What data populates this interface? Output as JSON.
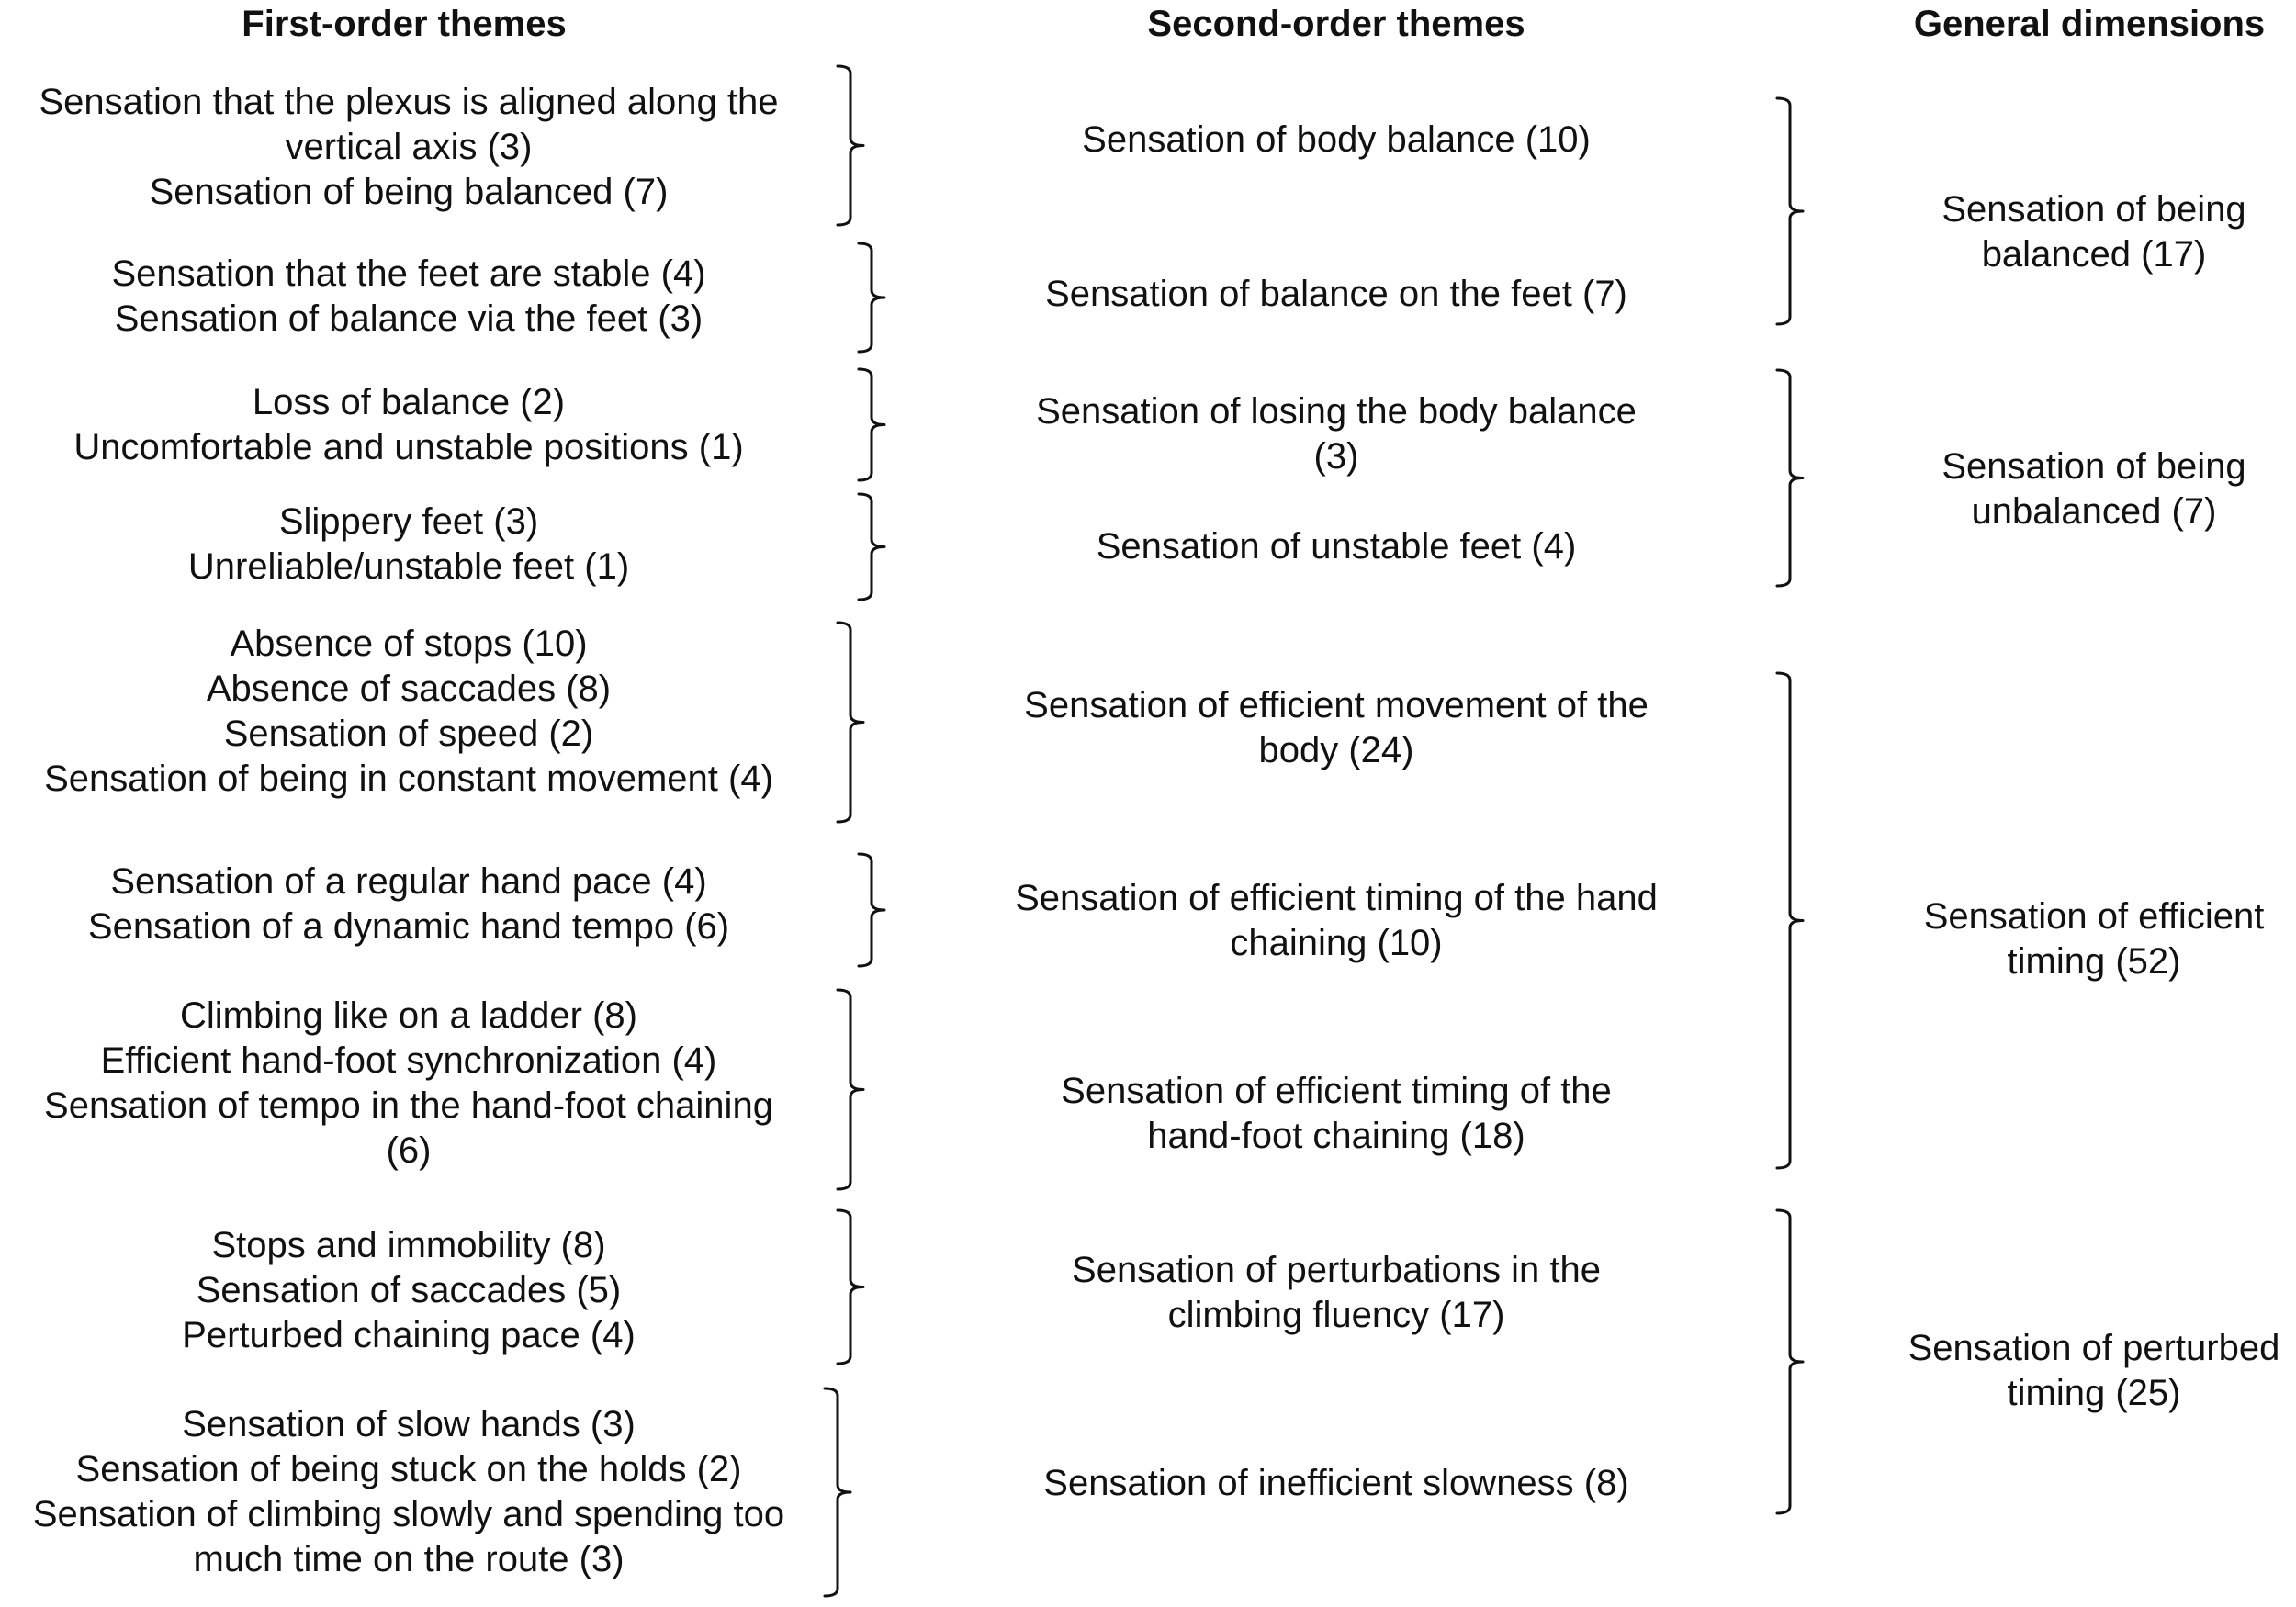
{
  "headers": {
    "first_order": "First-order themes",
    "second_order": "Second-order themes",
    "general": "General dimensions"
  },
  "first_order_groups": [
    {
      "lines": [
        "Sensation that the plexus is aligned along the",
        "vertical axis (3)",
        "Sensation of being balanced (7)"
      ]
    },
    {
      "lines": [
        "Sensation that the feet are stable (4)",
        "Sensation of balance via the feet (3)"
      ]
    },
    {
      "lines": [
        "Loss of balance (2)",
        "Uncomfortable and unstable positions (1)"
      ]
    },
    {
      "lines": [
        "Slippery feet (3)",
        "Unreliable/unstable feet (1)"
      ]
    },
    {
      "lines": [
        "Absence of stops (10)",
        "Absence of saccades (8)",
        "Sensation of speed (2)",
        "Sensation of being in constant movement (4)"
      ]
    },
    {
      "lines": [
        "Sensation of a regular hand pace (4)",
        "Sensation of a dynamic hand tempo (6)"
      ]
    },
    {
      "lines": [
        "Climbing like on a ladder (8)",
        "Efficient hand-foot synchronization (4)",
        "Sensation of tempo in the hand-foot chaining",
        "(6)"
      ]
    },
    {
      "lines": [
        "Stops and immobility (8)",
        "Sensation of saccades (5)",
        "Perturbed chaining pace (4)"
      ]
    },
    {
      "lines": [
        "Sensation of slow hands (3)",
        "Sensation of being stuck on the holds (2)",
        "Sensation of climbing slowly and spending too",
        "much time on the route (3)"
      ]
    }
  ],
  "second_order_themes": [
    {
      "lines": [
        "Sensation of body balance (10)"
      ]
    },
    {
      "lines": [
        "Sensation of balance on the feet (7)"
      ]
    },
    {
      "lines": [
        "Sensation of losing the body balance",
        "(3)"
      ]
    },
    {
      "lines": [
        "Sensation of unstable feet (4)"
      ]
    },
    {
      "lines": [
        "Sensation of efficient movement of the",
        "body (24)"
      ]
    },
    {
      "lines": [
        "Sensation of efficient timing of the hand",
        "chaining (10)"
      ]
    },
    {
      "lines": [
        "Sensation of efficient timing of the",
        "hand-foot chaining (18)"
      ]
    },
    {
      "lines": [
        "Sensation of perturbations in the",
        "climbing fluency (17)"
      ]
    },
    {
      "lines": [
        "Sensation of inefficient slowness (8)"
      ]
    }
  ],
  "general_dimensions": [
    {
      "lines": [
        "Sensation of being",
        "balanced (17)"
      ]
    },
    {
      "lines": [
        "Sensation of being",
        "unbalanced (7)"
      ]
    },
    {
      "lines": [
        "Sensation of efficient",
        "timing (52)"
      ]
    },
    {
      "lines": [
        "Sensation of perturbed",
        "timing (25)"
      ]
    }
  ]
}
